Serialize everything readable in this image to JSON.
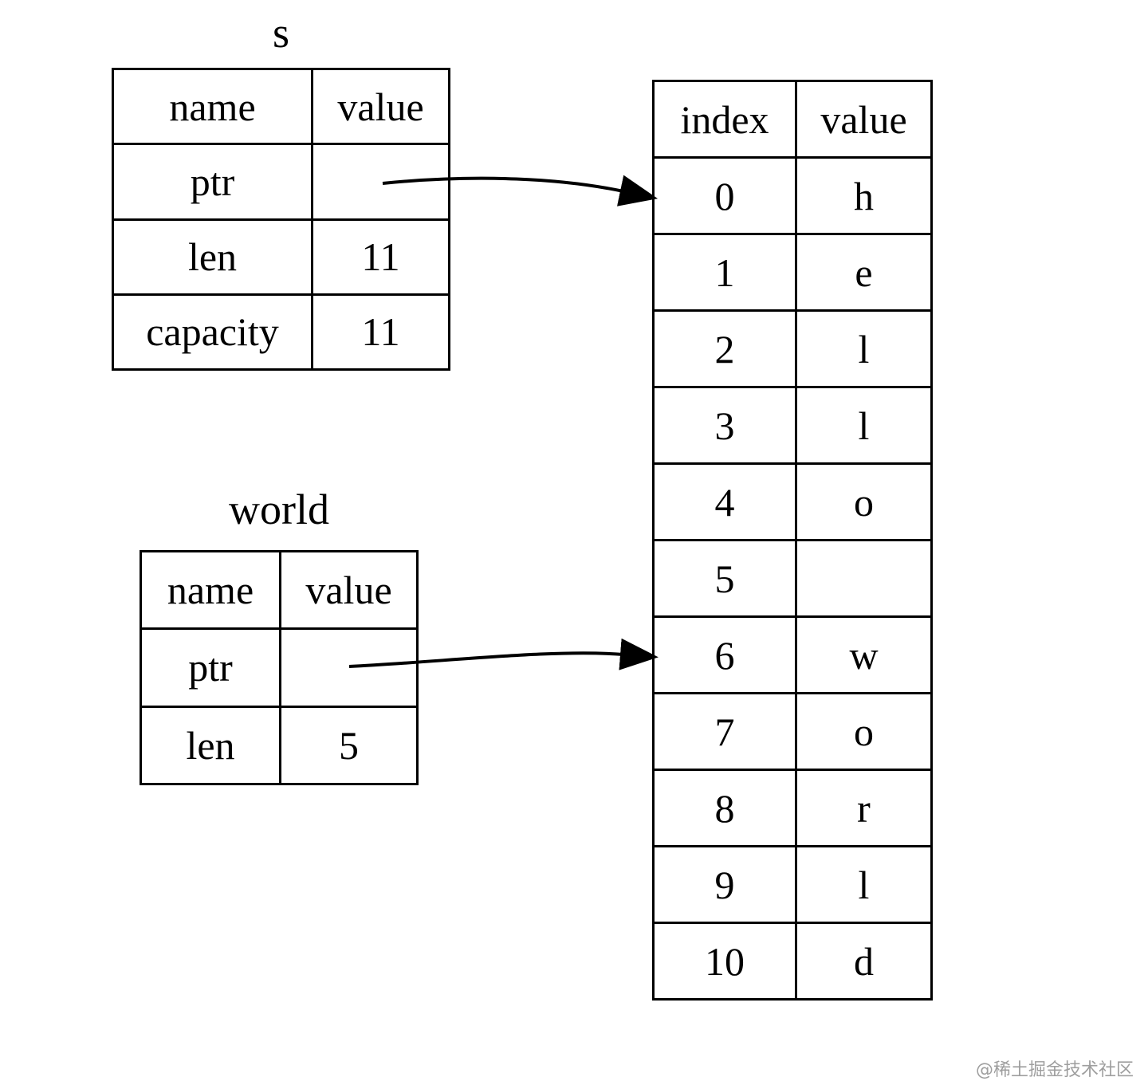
{
  "s_table": {
    "title": "s",
    "headers": {
      "name": "name",
      "value": "value"
    },
    "rows": [
      {
        "name": "ptr",
        "value": ""
      },
      {
        "name": "len",
        "value": "11"
      },
      {
        "name": "capacity",
        "value": "11"
      }
    ]
  },
  "world_table": {
    "title": "world",
    "headers": {
      "name": "name",
      "value": "value"
    },
    "rows": [
      {
        "name": "ptr",
        "value": ""
      },
      {
        "name": "len",
        "value": "5"
      }
    ]
  },
  "buffer_table": {
    "headers": {
      "index": "index",
      "value": "value"
    },
    "rows": [
      {
        "index": "0",
        "value": "h"
      },
      {
        "index": "1",
        "value": "e"
      },
      {
        "index": "2",
        "value": "l"
      },
      {
        "index": "3",
        "value": "l"
      },
      {
        "index": "4",
        "value": "o"
      },
      {
        "index": "5",
        "value": ""
      },
      {
        "index": "6",
        "value": "w"
      },
      {
        "index": "7",
        "value": "o"
      },
      {
        "index": "8",
        "value": "r"
      },
      {
        "index": "9",
        "value": "l"
      },
      {
        "index": "10",
        "value": "d"
      }
    ]
  },
  "arrows": [
    {
      "from": "s.ptr",
      "to": "buffer.index.0"
    },
    {
      "from": "world.ptr",
      "to": "buffer.index.6"
    }
  ],
  "watermark": "@稀土掘金技术社区",
  "colors": {
    "line": "#000000",
    "background": "#ffffff",
    "watermark": "#9e9e9e"
  }
}
